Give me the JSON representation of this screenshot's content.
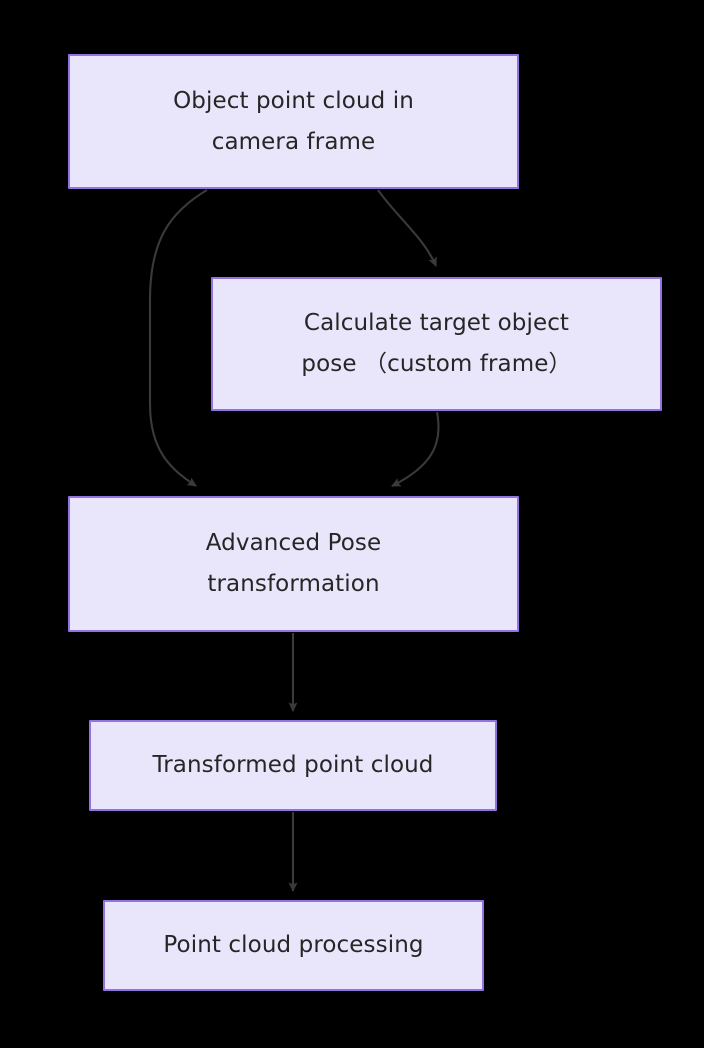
{
  "diagram": {
    "type": "flowchart",
    "direction": "top-to-bottom",
    "background_color": "#000000",
    "node_fill_color": "#e9e6fb",
    "node_border_color": "#9472e0",
    "node_text_color": "#262626",
    "edge_color": "#333333",
    "nodes": [
      {
        "id": "object-point-cloud",
        "label": "Object point cloud in\ncamera frame",
        "line1": "Object point cloud in",
        "line2": "camera frame"
      },
      {
        "id": "calculate-pose",
        "label": "Calculate target object\npose （custom frame）",
        "line1": "Calculate target object",
        "line2": "pose （custom frame）"
      },
      {
        "id": "advanced-pose",
        "label": "Advanced Pose\ntransformation",
        "line1": "Advanced Pose",
        "line2": "transformation"
      },
      {
        "id": "transformed-cloud",
        "label": "Transformed point cloud",
        "line1": "Transformed point cloud",
        "line2": ""
      },
      {
        "id": "cloud-processing",
        "label": "Point cloud processing",
        "line1": "Point cloud processing",
        "line2": ""
      }
    ],
    "edges": [
      {
        "id": "edge-1",
        "from": "object-point-cloud",
        "to": "calculate-pose",
        "style": "curved",
        "arrowhead": "triangle",
        "label": ""
      },
      {
        "id": "edge-2",
        "from": "object-point-cloud",
        "to": "advanced-pose",
        "style": "curved",
        "arrowhead": "triangle",
        "label": ""
      },
      {
        "id": "edge-3",
        "from": "calculate-pose",
        "to": "advanced-pose",
        "style": "curved",
        "arrowhead": "triangle",
        "label": ""
      },
      {
        "id": "edge-4",
        "from": "advanced-pose",
        "to": "transformed-cloud",
        "style": "straight",
        "arrowhead": "triangle",
        "label": ""
      },
      {
        "id": "edge-5",
        "from": "transformed-cloud",
        "to": "cloud-processing",
        "style": "straight",
        "arrowhead": "triangle",
        "label": ""
      }
    ]
  }
}
